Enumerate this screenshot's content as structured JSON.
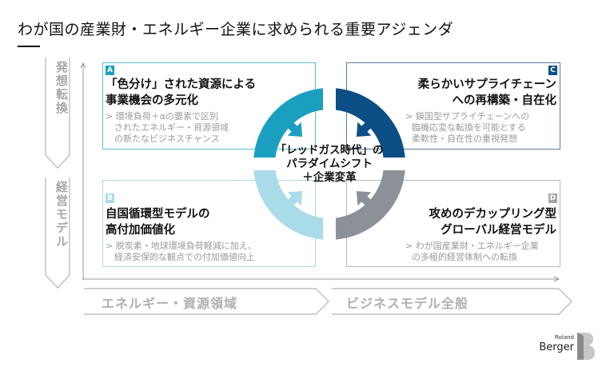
{
  "title": "わが国の産業財・エネルギー企業に求められる重要アジェンダ",
  "vertical_labels": [
    "発想転換",
    "経営モデル"
  ],
  "horizontal_labels": [
    "エネルギー・資源領域",
    "ビジネスモデル全般"
  ],
  "center": {
    "lines": [
      "「レッドガス時代」の",
      "パラダイムシフト",
      "＋企業変革"
    ]
  },
  "boxes": {
    "a": {
      "badge": "A",
      "title": [
        "「色分け」された資源による",
        "事業機会の多元化"
      ],
      "desc": [
        "> 環境負荷＋αの要素で区別",
        "　されたエネルギー・資源領域",
        "　の新たなビジネスチャンス"
      ],
      "color": "#1a9fc0"
    },
    "b": {
      "badge": "B",
      "title": [
        "自国循環型モデルの",
        "高付加価値化"
      ],
      "desc": [
        "> 脱炭素・地球環境負荷軽減に加え、",
        "　経済安保的な観点での付加価値向上"
      ],
      "color": "#a9dbe8"
    },
    "c": {
      "badge": "C",
      "title": [
        "柔らかいサプライチェーン",
        "への再構築・自在化"
      ],
      "desc": [
        "> 鎖国型サプライチェーンへの",
        "臨機応変な転換を可能とする",
        "柔軟性・自在性の重視発想"
      ],
      "color": "#0b4f86"
    },
    "d": {
      "badge": "D",
      "title": [
        "攻めのデカップリング型",
        "グローバル経営モデル"
      ],
      "desc": [
        "> わが国産業財・エネルギー企業",
        "の多極的経営体制への転換"
      ],
      "color": "#8c9199"
    }
  },
  "logo": {
    "small": "Roland",
    "large": "Berger"
  }
}
